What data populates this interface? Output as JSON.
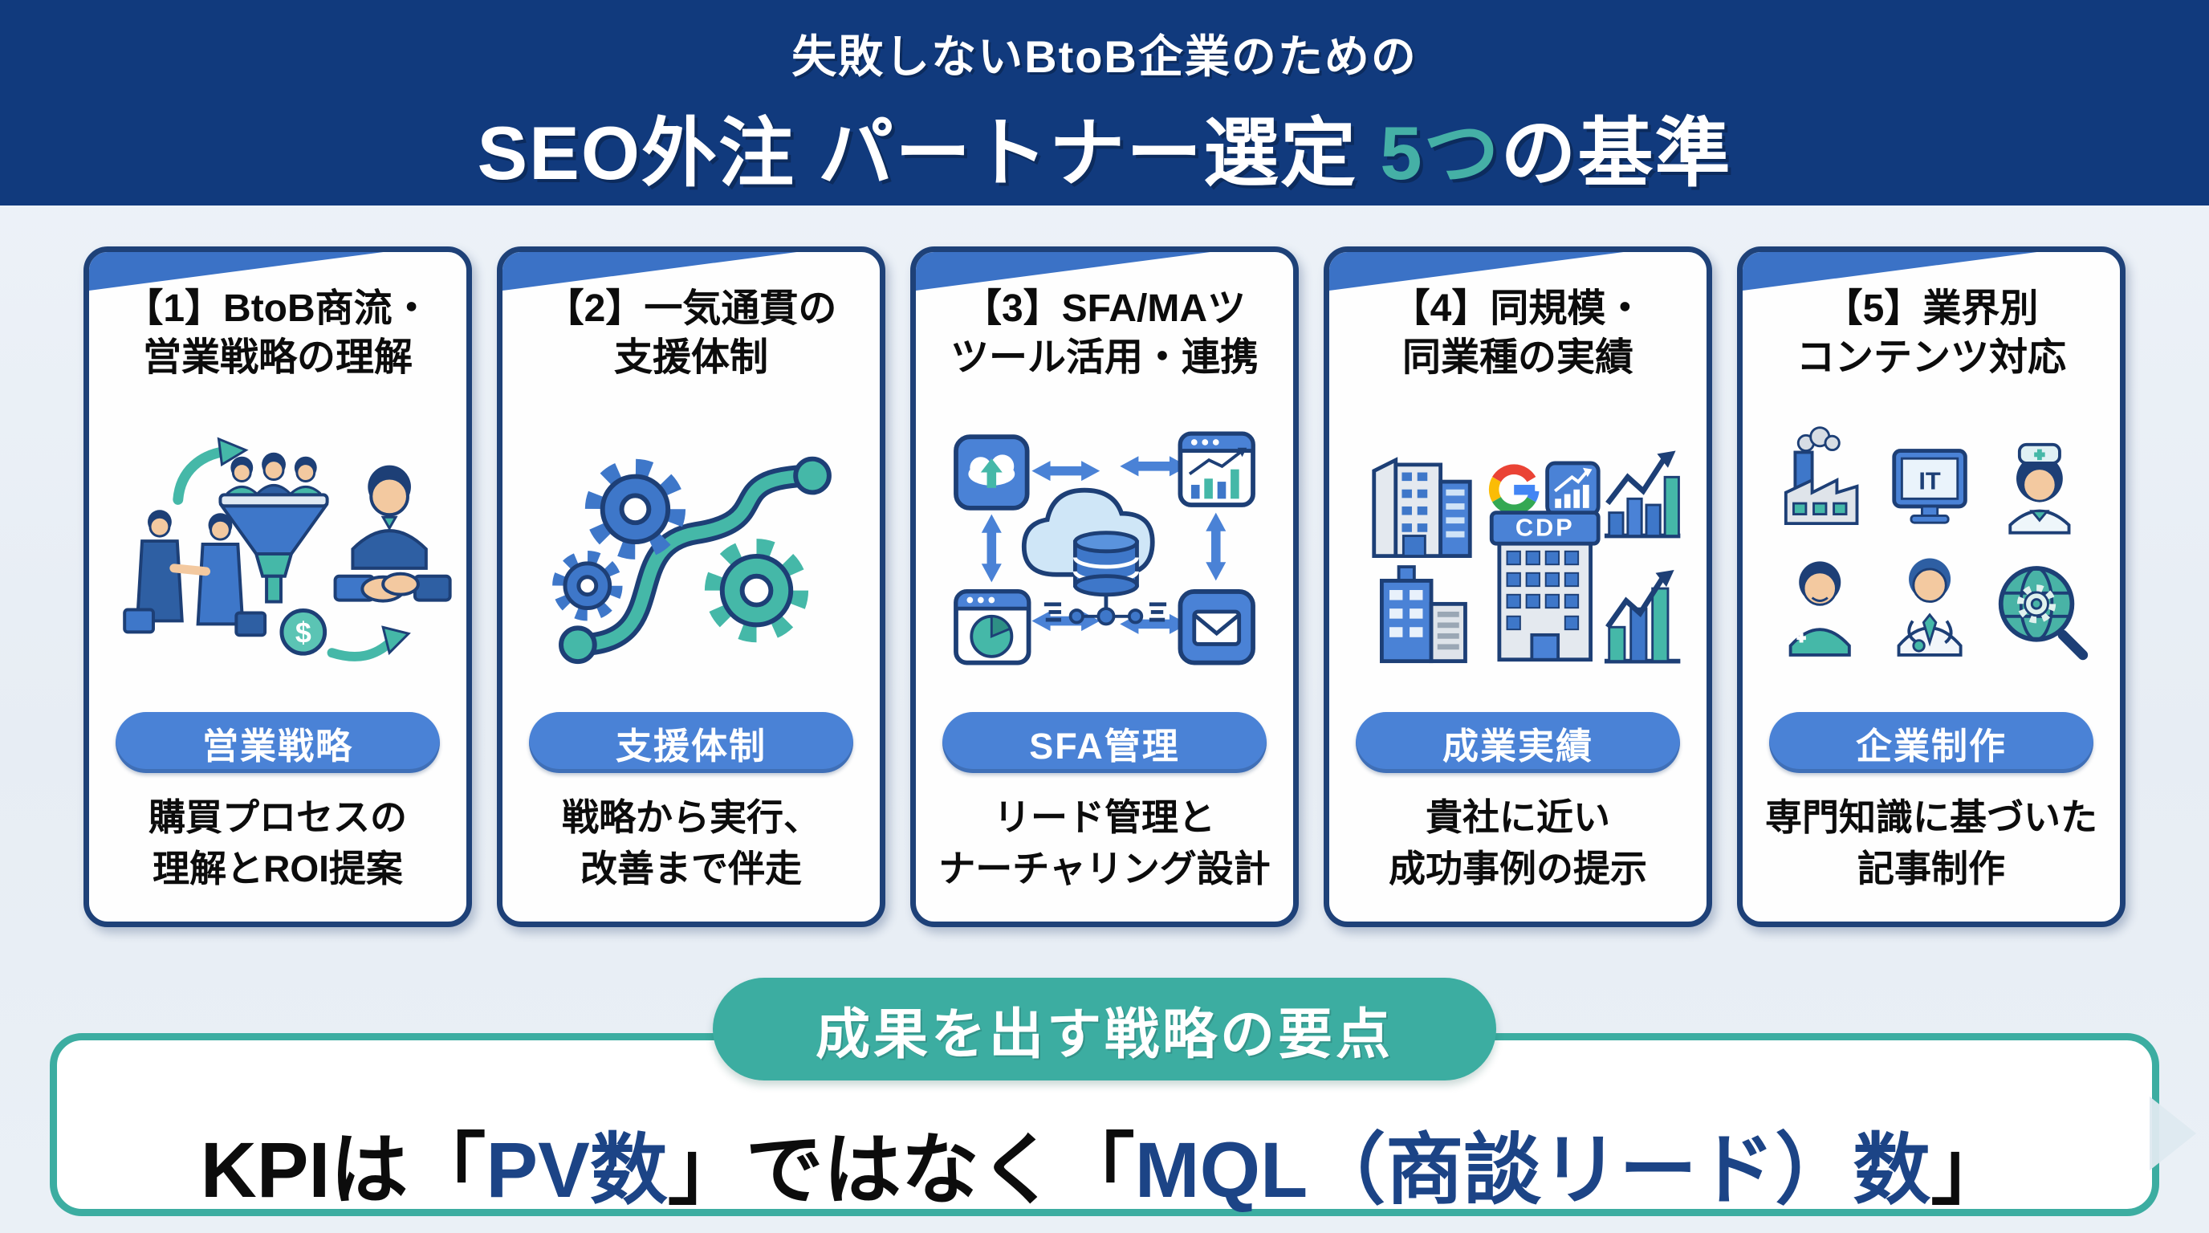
{
  "header": {
    "line1": "失敗しないBtoB企業のための",
    "line2_pre": "SEO外注 パートナー選定 ",
    "line2_highlight": "5つ",
    "line2_post": "の基準"
  },
  "cards": [
    {
      "title_line1": "【1】BtoB商流・",
      "title_line2": "営業戦略の理解",
      "icon": "sales-funnel-handshake-icon",
      "icon_labels": {
        "coin": "$"
      },
      "badge": "営業戦略",
      "desc_line1": "購買プロセスの",
      "desc_line2": "理解とROI提案"
    },
    {
      "title_line1": "【2】一気通貫の",
      "title_line2": "支援体制",
      "icon": "process-gears-icon",
      "badge": "支援体制",
      "desc_line1": "戦略から実行、",
      "desc_line2": "改善まで伴走"
    },
    {
      "title_line1": "【3】SFA/MAツ",
      "title_line2": "ツール活用・連携",
      "icon": "cloud-data-integration-icon",
      "badge": "SFA管理",
      "desc_line1": "リード管理と",
      "desc_line2": "ナーチャリング設計"
    },
    {
      "title_line1": "【4】同規模・",
      "title_line2": "同業種の実績",
      "icon": "company-growth-results-icon",
      "icon_labels": {
        "google": "G",
        "sign": "CDP"
      },
      "badge": "成業実績",
      "desc_line1": "貴社に近い",
      "desc_line2": "成功事例の提示"
    },
    {
      "title_line1": "【5】業界別",
      "title_line2": "コンテンツ対応",
      "icon": "industry-specialists-icon",
      "icon_labels": {
        "monitor": "IT"
      },
      "badge": "企業制作",
      "desc_line1": "専門知識に基づいた",
      "desc_line2": "記事制作"
    }
  ],
  "footer": {
    "pill": "成果を出す戦略の要点",
    "kpi_pre": "KPIは「",
    "kpi_highlight1": "PV数",
    "kpi_mid": "」ではなく「",
    "kpi_highlight2": "MQL（商談リード）数",
    "kpi_post": "」"
  },
  "colors": {
    "header_bg": "#113a7d",
    "card_border_navy": "#1e4178",
    "corner_wedge_blue": "#3b72c6",
    "badge_blue": "#4a82d6",
    "teal_accent": "#3cada1",
    "kpi_blue": "#1c4486",
    "background": "#e9eff6"
  }
}
